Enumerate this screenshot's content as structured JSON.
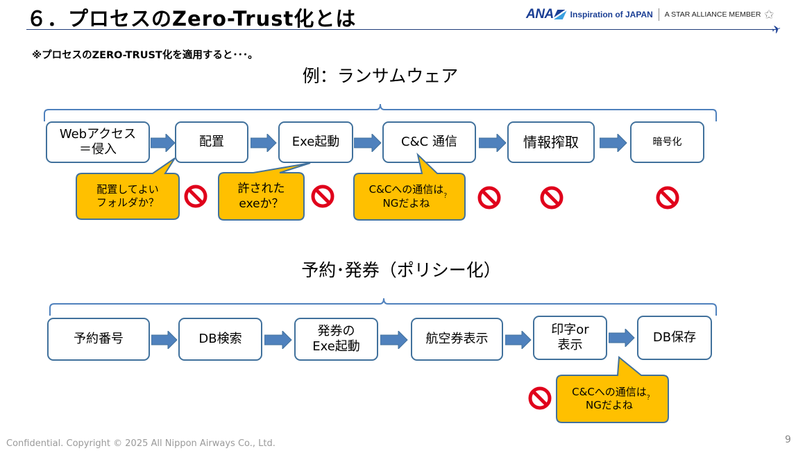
{
  "header": {
    "title": "６．プロセスのZero-Trust化とは",
    "logo": {
      "brand": "ANA",
      "tagline": "Inspiration of JAPAN",
      "alliance": "A STAR ALLIANCE MEMBER"
    }
  },
  "subheading": "※プロセスのZERO-TRUST化を適用すると･･･。",
  "section1": {
    "title": "例：ランサムウェア",
    "steps": [
      "Webアクセス\n＝侵入",
      "配置",
      "Exe起動",
      "C&C 通信",
      "情報搾取",
      "暗号化"
    ],
    "callouts": [
      {
        "text": "配置してよい\nフォルダか？"
      },
      {
        "text": "許された\nexeか？"
      },
      {
        "text": "C&Cへの通信は\nNGだよね",
        "suffix": "？"
      }
    ]
  },
  "section2": {
    "title": "予約･発券（ポリシー化）",
    "steps": [
      "予約番号",
      "DB検索",
      "発券の\nExe起動",
      "航空券表示",
      "印字or\n表示",
      "DB保存"
    ],
    "callouts": [
      {
        "text": "C&Cへの通信は\nNGだよね",
        "suffix": "？"
      }
    ]
  },
  "colors": {
    "box_border": "#41719c",
    "arrow_fill": "#4f81bd",
    "callout_fill": "#ffc000",
    "callout_border": "#41719c",
    "prohibit_red": "#e0001b",
    "bracket": "#4f81bd"
  },
  "icons": {
    "prohibit": "prohibited-icon"
  },
  "footer": {
    "copyright": "Confidential. Copyright © 2025 All Nippon Airways Co., Ltd.",
    "page_number": "9"
  }
}
